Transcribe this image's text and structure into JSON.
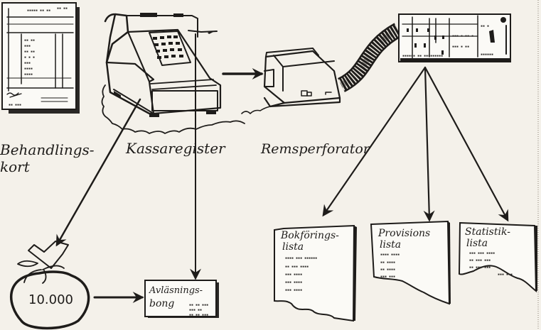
{
  "diagram": {
    "language": "sv",
    "nodes": {
      "treatment_card": {
        "label_line1": "Behandlings-",
        "label_line2": "kort"
      },
      "cash_register": {
        "label": "Kassaregister"
      },
      "tape_punch": {
        "label": "Remsperforator"
      },
      "tabulator": {
        "label": ""
      },
      "money_bag": {
        "amount": "10.000"
      },
      "reading_slip": {
        "label_line1": "Avläsnings-",
        "label_line2": "bong"
      },
      "accounting_list": {
        "label_line1": "Bokförings-",
        "label_line2": "lista"
      },
      "commission_list": {
        "label_line1": "Provisions",
        "label_line2": "lista"
      },
      "statistics_list": {
        "label_line1": "Statistik-",
        "label_line2": "lista"
      }
    },
    "edges": [
      {
        "from": "cash_register",
        "to": "tape_punch"
      },
      {
        "from": "tape_punch",
        "to": "tabulator",
        "via": "punched tape"
      },
      {
        "from": "cash_register",
        "to": "money_bag"
      },
      {
        "from": "cash_register",
        "to": "reading_slip"
      },
      {
        "from": "money_bag",
        "to": "reading_slip"
      },
      {
        "from": "tabulator",
        "to": "accounting_list"
      },
      {
        "from": "tabulator",
        "to": "commission_list"
      },
      {
        "from": "tabulator",
        "to": "statistics_list"
      }
    ]
  }
}
